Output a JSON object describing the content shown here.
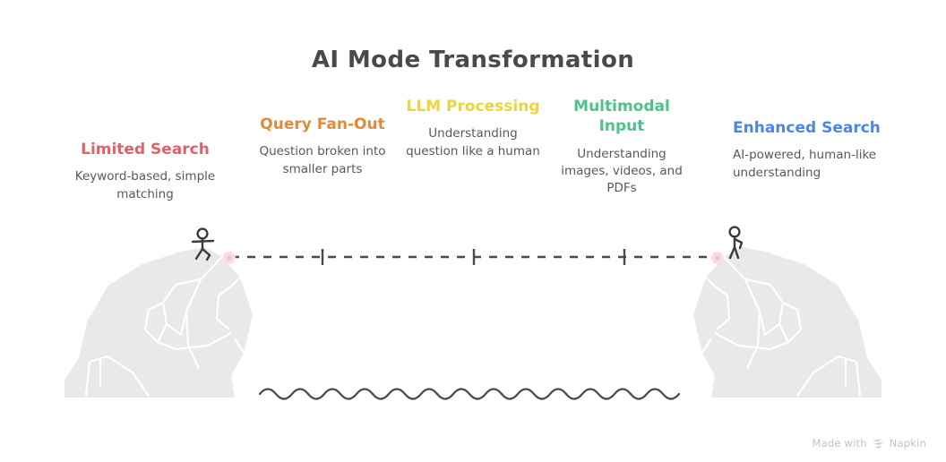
{
  "title": "AI Mode Transformation",
  "colors": {
    "title": "#4a4a4a",
    "limited_search": "#e2606a",
    "query_fan_out": "#e08a3c",
    "llm_processing": "#e8d63a",
    "multimodal_input": "#4cc38a",
    "enhanced_search": "#4a86e8",
    "description": "#55585c",
    "cliff_fill": "#e9e9e9",
    "cliff_line": "#ffffff",
    "dashed_line": "#4a4a4a",
    "waypoint_dot": "#f7d7d7",
    "wave": "#4a4a4a",
    "footer": "#c2c2c2"
  },
  "stages": [
    {
      "label": "Limited Search",
      "description": "Keyword-based, simple matching",
      "color": "#e2606a"
    },
    {
      "label": "Query Fan-Out",
      "description": "Question broken into smaller parts",
      "color": "#e08a3c"
    },
    {
      "label": "LLM Processing",
      "description": "Understanding question like a human",
      "color": "#e8d63a"
    },
    {
      "label": "Multimodal Input",
      "description": "Understanding images, videos, and PDFs",
      "color": "#4cc38a"
    },
    {
      "label": "Enhanced Search",
      "description": "AI-powered, human-like understanding",
      "color": "#4a86e8"
    }
  ],
  "illustration": {
    "left_cliff": "rock-cliff-left",
    "right_cliff": "rock-cliff-right",
    "left_figure": "stick-figure-walking",
    "right_figure": "stick-figure-standing",
    "bridge": "dashed-tightrope",
    "waypoint_count": 3,
    "water": "wavy-water-line"
  },
  "footer": {
    "made_with": "Made with",
    "brand": "Napkin",
    "logo": "napkin-logo-icon"
  }
}
